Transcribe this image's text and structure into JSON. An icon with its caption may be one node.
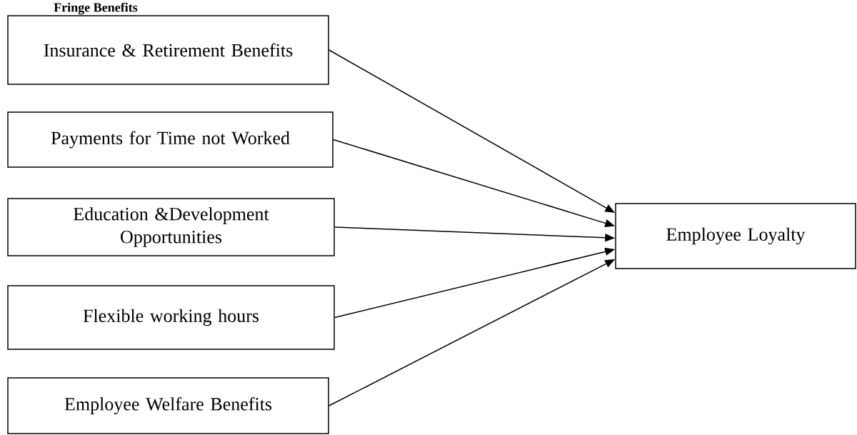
{
  "diagram": {
    "title": "Fringe Benefits",
    "nodes": [
      {
        "text": [
          "Insurance & Retirement Benefits"
        ]
      },
      {
        "text": [
          "Payments for Time not Worked"
        ]
      },
      {
        "text": [
          "Education &Development Opportunities"
        ]
      },
      {
        "text": [
          "Flexible working hours"
        ]
      },
      {
        "text": [
          "Employee Welfare Benefits"
        ]
      },
      {
        "text": [
          "Employee Loyalty"
        ]
      }
    ],
    "edges": [
      {
        "from": 0,
        "to": 5,
        "arrow": "to"
      },
      {
        "from": 1,
        "to": 5,
        "arrow": "to"
      },
      {
        "from": 2,
        "to": 5,
        "arrow": "to"
      },
      {
        "from": 3,
        "to": 5,
        "arrow": "to"
      },
      {
        "from": 4,
        "to": 5,
        "arrow": "to"
      }
    ]
  }
}
